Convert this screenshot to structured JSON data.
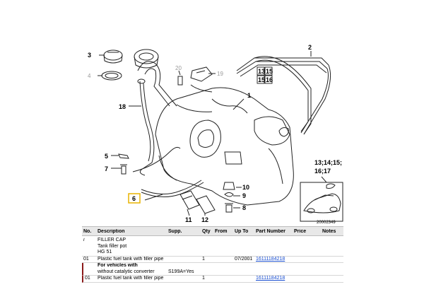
{
  "diagram": {
    "callouts": {
      "c1": "1",
      "c2": "2",
      "c3": "3",
      "c4": "4",
      "c5": "5",
      "c6": "6",
      "c7": "7",
      "c8": "8",
      "c9": "9",
      "c10": "10",
      "c11": "11",
      "c12": "12",
      "c13_15": "13",
      "c15_16a": "15",
      "c15_16b": "16",
      "c13b": "15",
      "c18": "18",
      "c19": "19",
      "c20": "20",
      "combo": "13;14;15;",
      "combo2": "16;17"
    },
    "drawing_id": "20002349",
    "highlight_callout": "6"
  },
  "table": {
    "headers": {
      "no": "No.",
      "description": "Description",
      "supp": "Supp.",
      "qty": "Qty",
      "from": "From",
      "upto": "Up To",
      "partno": "Part Number",
      "price": "Price",
      "notes": "Notes"
    },
    "rows": [
      {
        "no": "i",
        "lines": [
          "FILLER CAP",
          "Tank filler pot",
          "HG 51"
        ],
        "supp": "",
        "qty": "",
        "from": "",
        "upto": "",
        "part": ""
      },
      {
        "no": "01",
        "lines": [
          "Plastic fuel tank with filler pipe"
        ],
        "supp": "",
        "qty": "1",
        "from": "",
        "upto": "07/2001",
        "part": "16111184218"
      },
      {
        "no": "",
        "lines": [
          "For vehicles with",
          "without catalytic converter"
        ],
        "supp": "S199A=Yes",
        "qty": "",
        "from": "",
        "upto": "",
        "part": ""
      },
      {
        "no": "01",
        "lines": [
          "Plastic fuel tank with filler pipe"
        ],
        "supp": "",
        "qty": "1",
        "from": "",
        "upto": "",
        "part": "16111184218"
      }
    ]
  },
  "colors": {
    "link": "#1a4fd1",
    "group_marker": "#8b1a1a",
    "highlight_box": "#e8b400"
  }
}
